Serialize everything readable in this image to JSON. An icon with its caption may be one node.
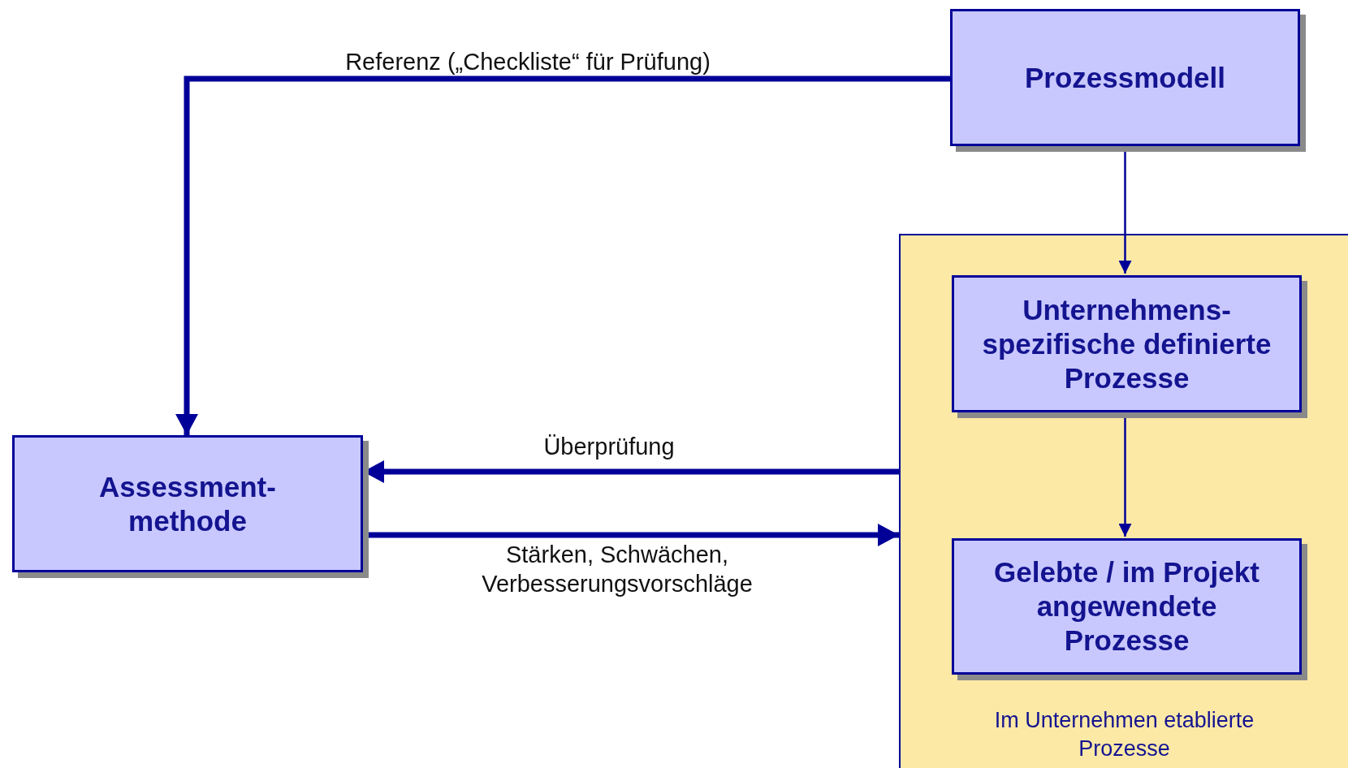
{
  "diagram": {
    "nodes": [
      {
        "text": [
          "Prozessmodell"
        ]
      },
      {
        "text": [
          "Im Unternehmen etablierte Prozesse"
        ]
      },
      {
        "text": [
          "Unternehmens-spezifische definierte Prozesse"
        ],
        "in": 1
      },
      {
        "text": [
          "Gelebte / im Projekt angewendete Prozesse"
        ],
        "in": 1
      },
      {
        "text": [
          "Assessment-methode"
        ]
      }
    ],
    "edges": [
      {
        "from": 0,
        "to": 4,
        "arrow": "to",
        "label": "Referenz („Checkliste“ für Prüfung)"
      },
      {
        "from": 0,
        "to": 2,
        "arrow": "to"
      },
      {
        "from": 2,
        "to": 3,
        "arrow": "to"
      },
      {
        "from": 1,
        "to": 4,
        "arrow": "to",
        "label": "Überprüfung"
      },
      {
        "from": 4,
        "to": 1,
        "arrow": "to",
        "label": "Stärken, Schwächen, Verbesserungsvorschläge"
      }
    ]
  }
}
